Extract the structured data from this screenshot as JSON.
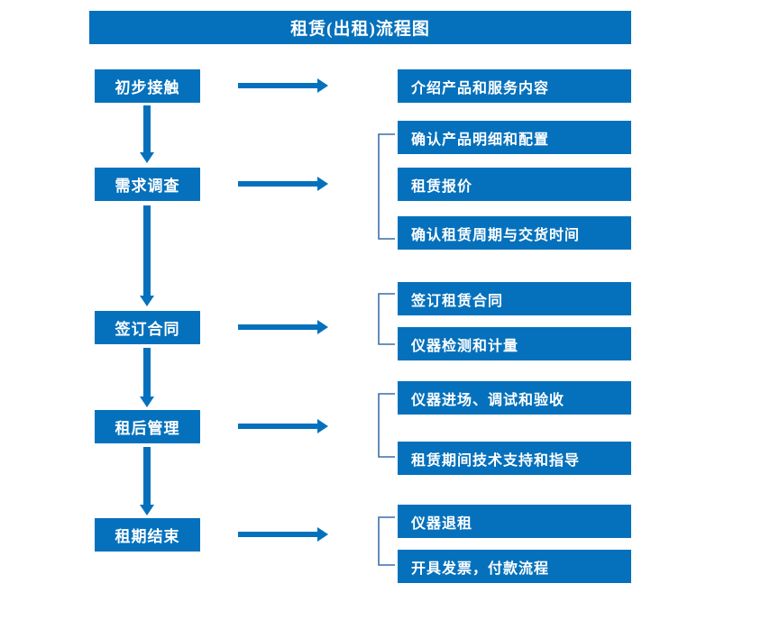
{
  "title": "租赁(出租)流程图",
  "colors": {
    "brand_blue": "#0571bc",
    "background": "#ffffff",
    "text_on_blue": "#ffffff"
  },
  "flow": {
    "stages": [
      {
        "label": "初步接触"
      },
      {
        "label": "需求调查"
      },
      {
        "label": "签订合同"
      },
      {
        "label": "租后管理"
      },
      {
        "label": "租期结束"
      }
    ],
    "details": [
      {
        "label": "介绍产品和服务内容"
      },
      {
        "label": "确认产品明细和配置"
      },
      {
        "label": "租赁报价"
      },
      {
        "label": "确认租赁周期与交货时间"
      },
      {
        "label": "签订租赁合同"
      },
      {
        "label": "仪器检测和计量"
      },
      {
        "label": "仪器进场、调试和验收"
      },
      {
        "label": "租赁期间技术支持和指导"
      },
      {
        "label": "仪器退租"
      },
      {
        "label": "开具发票，付款流程"
      }
    ]
  }
}
